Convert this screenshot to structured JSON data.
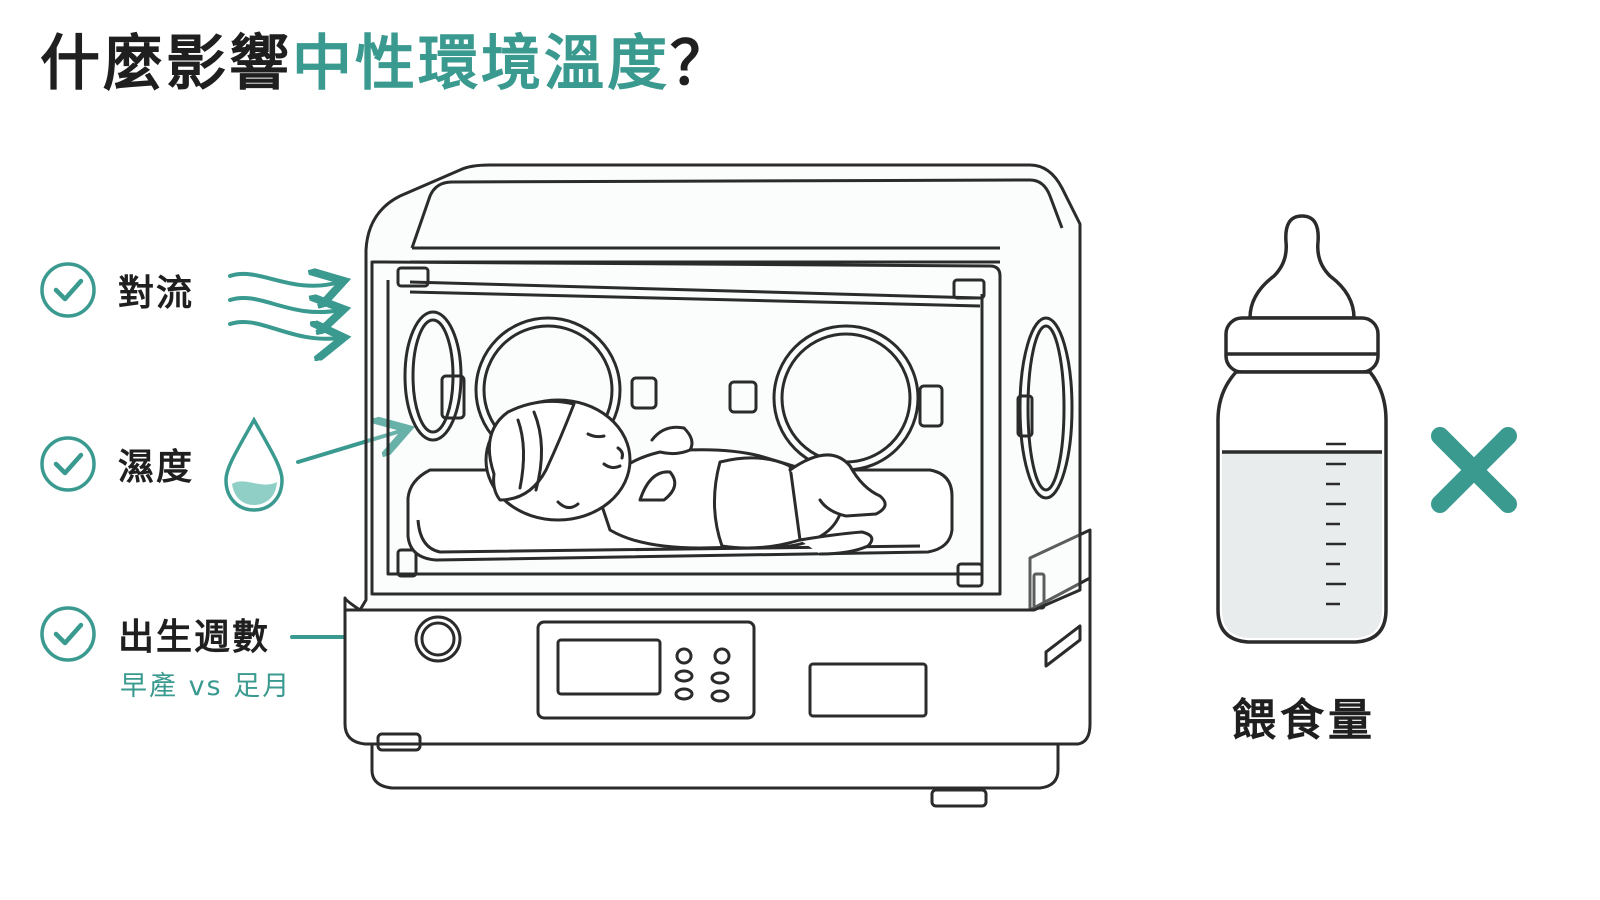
{
  "title": {
    "prefix": "什麼影響",
    "highlight": "中性環境溫度",
    "suffix": "？"
  },
  "factors": [
    {
      "label": "對流",
      "icon": "check-circle-icon",
      "extra_icon": "airflow-arrows-icon"
    },
    {
      "label": "濕度",
      "icon": "check-circle-icon",
      "extra_icon": "water-drop-icon"
    },
    {
      "label": "出生週數",
      "icon": "check-circle-icon",
      "sublabel": "早產 vs 足月"
    }
  ],
  "non_factor": {
    "label": "餵食量",
    "icon": "baby-bottle-icon",
    "mark": "cross-icon"
  },
  "colors": {
    "accent": "#3a9a8f",
    "text": "#1f1f1f",
    "line": "#2b2b2b"
  }
}
